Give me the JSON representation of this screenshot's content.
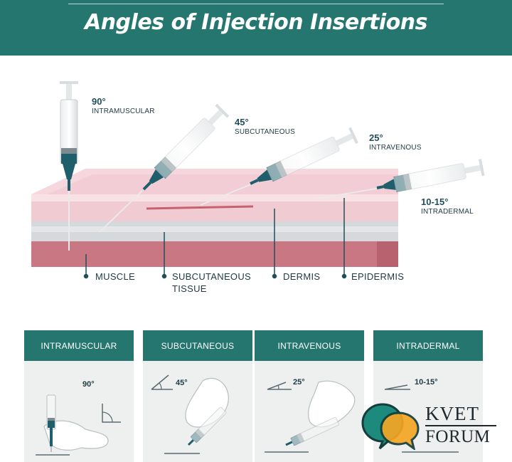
{
  "header": {
    "title": "Angles of Injection Insertions"
  },
  "angles": [
    {
      "degree": "90°",
      "type": "INTRAMUSCULAR"
    },
    {
      "degree": "45°",
      "type": "SUBCUTANEOUS"
    },
    {
      "degree": "25°",
      "type": "INTRAVENOUS"
    },
    {
      "degree": "10-15°",
      "type": "INTRADERMAL"
    }
  ],
  "layers": [
    {
      "label": "MUSCLE"
    },
    {
      "label": "SUBCUTANEOUS\nTISSUE"
    },
    {
      "label": "DERMIS"
    },
    {
      "label": "EPIDERMIS"
    }
  ],
  "cards": [
    {
      "title": "INTRAMUSCULAR",
      "angle": "90°"
    },
    {
      "title": "SUBCUTANEOUS",
      "angle": "45°"
    },
    {
      "title": "INTRAVENOUS",
      "angle": "25°"
    },
    {
      "title": "INTRADERMAL",
      "angle": "10-15°"
    }
  ],
  "logo": {
    "line1": "KVET",
    "line2": "FORUM"
  },
  "colors": {
    "teal": "#24766f",
    "epidermis": "#f6dadf",
    "dermis": "#f1c9d1",
    "subcutaneous": "#d3d6d8",
    "muscle": "#c97a86",
    "needle_hub": "#1f5f6c"
  }
}
